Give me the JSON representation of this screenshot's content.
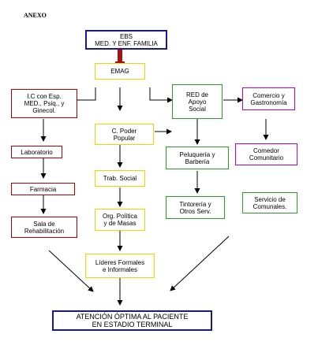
{
  "title": "ANEXO",
  "nodes": {
    "ebs": [
      "EBS",
      "MED. Y ENF. FAMILIA"
    ],
    "emag": [
      "EMAG"
    ],
    "ic": [
      "I.C con Esp.",
      "MED., Psiq., y",
      "Ginecol."
    ],
    "red": [
      "RED de",
      "Apoyo",
      "Social"
    ],
    "comercio": [
      "Comercio y",
      "Gastronomía"
    ],
    "poder": [
      "C. Poder",
      "Popular"
    ],
    "laboratorio": [
      "Laboratorio"
    ],
    "peluqueria": [
      "Peluquería y",
      "Barbería"
    ],
    "comedor": [
      "Comedor",
      "Comunitario"
    ],
    "farmacia": [
      "Farmacia"
    ],
    "trab": [
      "Trab. Social"
    ],
    "servicio": [
      "Servicio de",
      "Comunales."
    ],
    "tintoreria": [
      "Tintorería y",
      "Otros Serv."
    ],
    "sala": [
      "Sala de",
      "Rehabilitación"
    ],
    "org": [
      "Org. Política",
      "y de Masas"
    ],
    "lideres": [
      "Líderes Formales",
      "e Informales"
    ],
    "atencion": [
      "ATENCIÓN ÓPTIMA AL PACIENTE",
      "EN ESTADIO TERMINAL"
    ]
  },
  "colors": {
    "blue": "#1a1a8c",
    "yellow": "#e6d800",
    "red": "#b00000",
    "green": "#2aa02a",
    "magenta": "#c000c0",
    "connector": "#aa1111"
  }
}
